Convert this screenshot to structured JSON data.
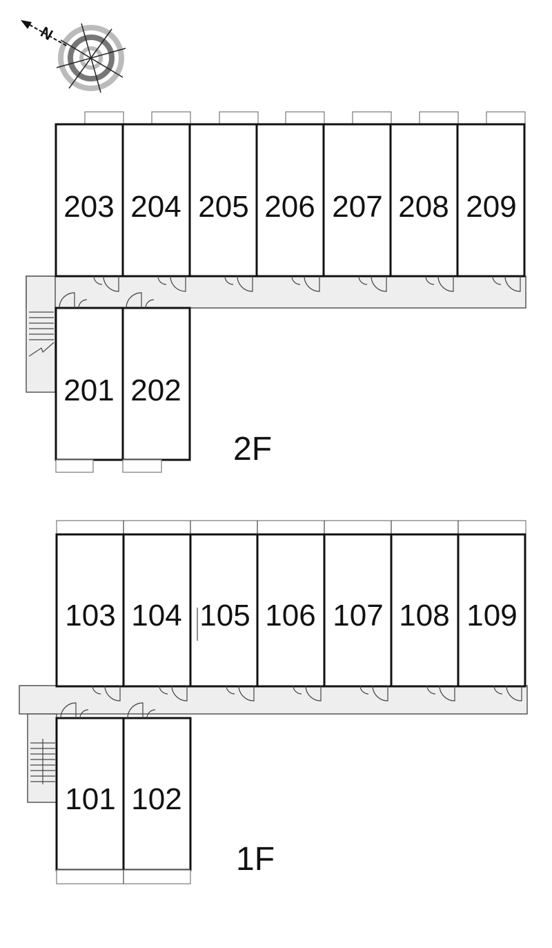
{
  "compass": {
    "north_label": "N",
    "icon": "compass-icon"
  },
  "floors": [
    {
      "label": "2F",
      "back_row": [
        "203",
        "204",
        "205",
        "206",
        "207",
        "208",
        "209"
      ],
      "wing": [
        "201",
        "202"
      ]
    },
    {
      "label": "1F",
      "back_row": [
        "103",
        "104",
        "105",
        "106",
        "107",
        "108",
        "109"
      ],
      "wing": [
        "101",
        "102"
      ]
    }
  ]
}
